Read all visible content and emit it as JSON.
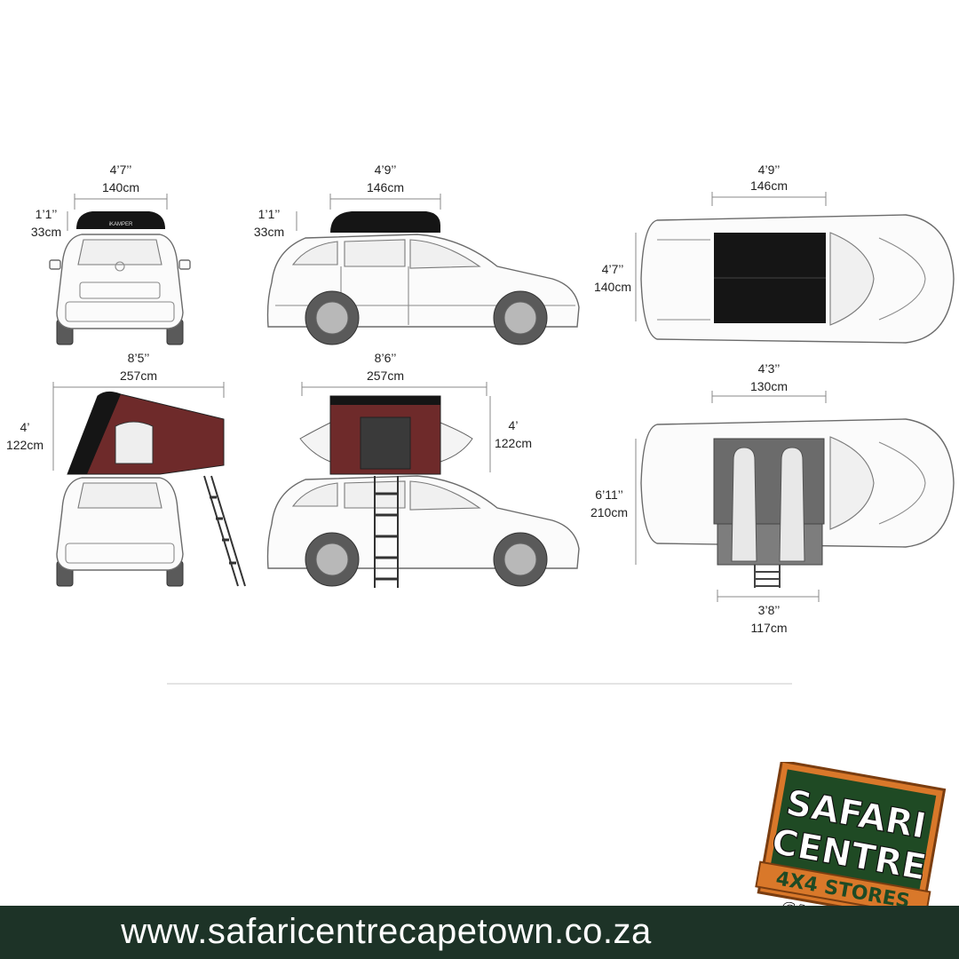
{
  "diagram": {
    "closed_front": {
      "width_imperial": "4’7’’",
      "width_metric": "140cm",
      "height_imperial": "1’1’’",
      "height_metric": "33cm"
    },
    "closed_side": {
      "length_imperial": "4’9’’",
      "length_metric": "146cm",
      "height_imperial": "1’1’’",
      "height_metric": "33cm"
    },
    "closed_top": {
      "length_imperial": "4’9’’",
      "length_metric": "146cm",
      "width_imperial": "4’7’’",
      "width_metric": "140cm"
    },
    "open_front": {
      "length_imperial": "8’5’’",
      "length_metric": "257cm",
      "height_imperial": "4’",
      "height_metric": "122cm"
    },
    "open_side": {
      "length_imperial": "8’6’’",
      "length_metric": "257cm",
      "height_imperial": "4’",
      "height_metric": "122cm"
    },
    "open_top": {
      "width_top_imperial": "4’3’’",
      "width_top_metric": "130cm",
      "length_imperial": "6’11’’",
      "length_metric": "210cm",
      "width_bottom_imperial": "3’8’’",
      "width_bottom_metric": "117cm"
    },
    "tent_brand_mark": "iKAMPER"
  },
  "logo": {
    "line1": "SAFARI",
    "line2": "CENTRE",
    "line3": "4X4 STORES",
    "line4": "CAPE TOWN"
  },
  "footer": {
    "url": "www.safaricentrecapetown.co.za"
  },
  "colors": {
    "footer_bg": "#1d3327",
    "logo_green": "#1f4a24",
    "logo_orange": "#d9782a",
    "tent_black": "#151515",
    "tent_red": "#6e2a2a"
  }
}
